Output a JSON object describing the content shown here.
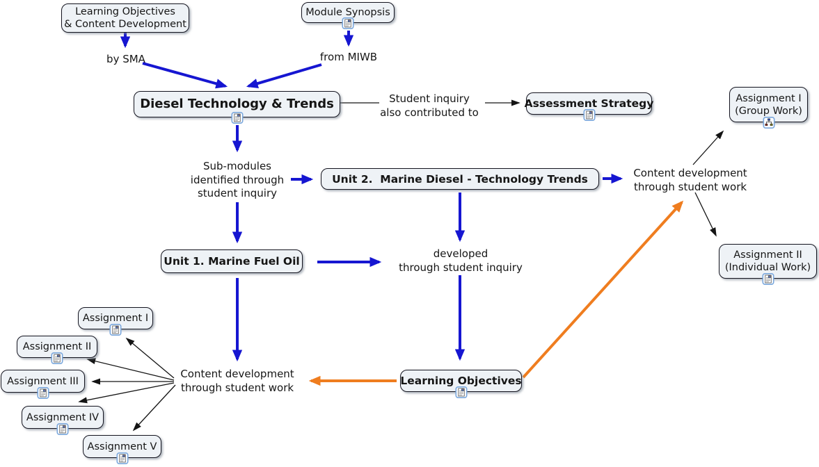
{
  "colors": {
    "node_fill": "#eef2f6",
    "node_border": "#14141f",
    "arrow_blue": "#1616d1",
    "arrow_orange": "#ef7d1f",
    "arrow_black": "#141414"
  },
  "nodes": {
    "learning_objectives_content_development": {
      "lines": [
        "Learning Objectives",
        "& Content Development"
      ]
    },
    "module_synopsis": {
      "label": "Module Synopsis"
    },
    "diesel_technology_trends": {
      "label": "Diesel Technology & Trends"
    },
    "assessment_strategy": {
      "label": "Assessment Strategy"
    },
    "unit_2": {
      "label": "Unit 2.  Marine Diesel - Technology Trends"
    },
    "unit_1": {
      "label": "Unit 1. Marine Fuel Oil"
    },
    "learning_objectives": {
      "label": "Learning Objectives"
    },
    "assignment_1_group": {
      "lines": [
        "Assignment I",
        "(Group Work)"
      ]
    },
    "assignment_2_individual": {
      "lines": [
        "Assignment II",
        "(Individual Work)"
      ]
    },
    "assignment_i": {
      "label": "Assignment I"
    },
    "assignment_ii": {
      "label": "Assignment II"
    },
    "assignment_iii": {
      "label": "Assignment III"
    },
    "assignment_iv": {
      "label": "Assignment IV"
    },
    "assignment_v": {
      "label": "Assignment V"
    }
  },
  "link_labels": {
    "by_sma": {
      "label": "by SMA"
    },
    "from_miwb": {
      "label": "from MIWB"
    },
    "student_inquiry_contributed": {
      "lines": [
        "Student inquiry",
        "also contributed to"
      ]
    },
    "sub_modules": {
      "lines": [
        "Sub-modules",
        "identified through",
        "student inquiry"
      ]
    },
    "content_dev_right": {
      "lines": [
        "Content development",
        "through student work"
      ]
    },
    "developed_student_inquiry": {
      "lines": [
        "developed",
        "through student inquiry"
      ]
    },
    "content_dev_left": {
      "lines": [
        "Content development",
        "through student work"
      ]
    }
  }
}
